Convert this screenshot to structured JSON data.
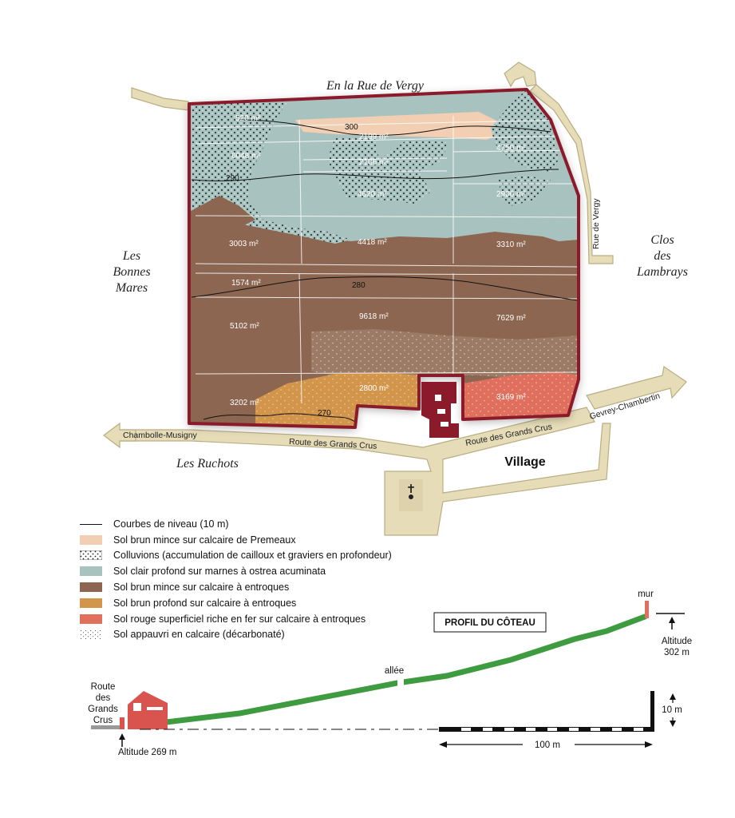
{
  "localities": {
    "north": "En la Rue de Vergy",
    "west_line1": "Les",
    "west_line2": "Bonnes",
    "west_line3": "Mares",
    "east_line1": "Clos",
    "east_line2": "des",
    "east_line3": "Lambrays",
    "south": "Les Ruchots",
    "village": "Village"
  },
  "roads": {
    "east_street": "Rue de Vergy",
    "south_road_west": "Route des Grands Crus",
    "south_road_east": "Route des Grands Crus",
    "to_west": "Chambolle-Musigny",
    "to_east": "Gevrey-Chambertin"
  },
  "parcels": [
    {
      "label": "520 m²"
    },
    {
      "label": "2199 m²"
    },
    {
      "label": "6048 m²"
    },
    {
      "label": "2106 m²"
    },
    {
      "label": "4750 m²"
    },
    {
      "label": "4620 m²"
    },
    {
      "label": "2906 m²"
    },
    {
      "label": "3003 m²"
    },
    {
      "label": "4418 m²"
    },
    {
      "label": "3310 m²"
    },
    {
      "label": "1574 m²"
    },
    {
      "label": "9618 m²"
    },
    {
      "label": "5102 m²"
    },
    {
      "label": "7629 m²"
    },
    {
      "label": "3202 m²"
    },
    {
      "label": "2800 m²"
    },
    {
      "label": "3169 m²"
    }
  ],
  "contours": [
    {
      "label": "300"
    },
    {
      "label": "290"
    },
    {
      "label": "280"
    },
    {
      "label": "270"
    }
  ],
  "church_symbol": "✝",
  "legend": [
    {
      "label": "Courbes de niveau (10 m)",
      "color": "#111111",
      "kind": "line"
    },
    {
      "label": "Sol brun mince sur calcaire de Premeaux",
      "color": "#f2cfb2",
      "kind": "fill"
    },
    {
      "label": "Colluvions (accumulation de cailloux et graviers en profondeur)",
      "color": "#ffffff",
      "kind": "dots"
    },
    {
      "label": "Sol clair profond sur marnes à ostrea acuminata",
      "color": "#a8c3bf",
      "kind": "fill"
    },
    {
      "label": "Sol brun mince sur calcaire à entroques",
      "color": "#8c6651",
      "kind": "fill"
    },
    {
      "label": "Sol brun profond sur calcaire à entroques",
      "color": "#d2954a",
      "kind": "fill"
    },
    {
      "label": "Sol rouge superficiel riche en fer sur calcaire à entroques",
      "color": "#e0705d",
      "kind": "fill"
    },
    {
      "label": "Sol appauvri en calcaire (décarbonaté)",
      "color": "#ffffff",
      "kind": "sparse"
    }
  ],
  "profile": {
    "title": "PROFIL DU CÔTEAU",
    "mur": "mur",
    "allee": "allée",
    "road_line1": "Route",
    "road_line2": "des",
    "road_line3": "Grands",
    "road_line4": "Crus",
    "alt_low": "Altitude 269 m",
    "alt_high_line1": "Altitude",
    "alt_high_line2": "302 m",
    "vertical_scale": "10 m",
    "horizontal_scale": "100 m"
  },
  "colors": {
    "wall": "#8b1a2b",
    "road": "#e6dcb8",
    "road_edge": "#b9ad82",
    "slope": "#3f9b40",
    "vineyard_brown": "#8c6651",
    "marl": "#a8c3bf"
  }
}
